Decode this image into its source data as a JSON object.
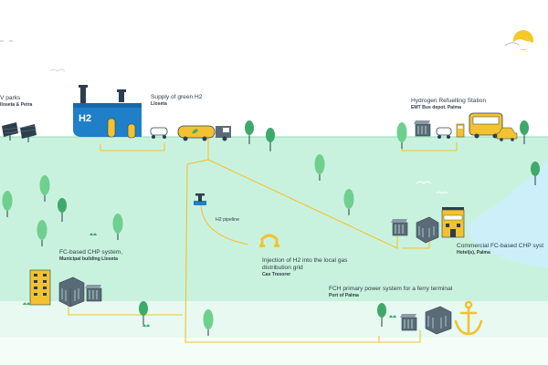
{
  "labels": {
    "pv_parks": {
      "title": "V parks",
      "sub": "lloseta & Petra"
    },
    "supply_h2": {
      "title": "Supply of green H2",
      "sub": "Lloseta"
    },
    "hrs": {
      "title": "Hydrogen Refuelling Station",
      "sub": "EMT Bus depot, Palma"
    },
    "chp_municipal": {
      "title": "FC-based CHP system,",
      "sub": "Municipal building Lloseta"
    },
    "h2_pipeline": {
      "title": "H2 pipeline"
    },
    "injection": {
      "title": "Injection of H2 into the local gas",
      "title2": "distribution grid",
      "sub": "Cas Tresorer"
    },
    "chp_commercial": {
      "title": "Commercial FC-based CHP syst",
      "sub": "Hotel(s), Palma"
    },
    "fch_ferry": {
      "title": "FCH primary power system for a ferry terminal",
      "sub": "Port of Palma"
    }
  },
  "plant_badge": "H2",
  "colors": {
    "ground": "#c9f2de",
    "ground_dark": "#aeead0",
    "sea": "#cdeff9",
    "pipe": "#f2c230",
    "plant": "#1f7fc8",
    "tree": "#6fcf8f",
    "tree_dark": "#3fa96b",
    "building": "#5a6b78",
    "sun": "#f6c82a"
  },
  "icons": [
    "sun-icon",
    "cloud-icon",
    "solar-panel-icon",
    "hydrogen-plant-icon",
    "truck-icon",
    "bus-icon",
    "car-icon",
    "fuel-pump-icon",
    "valve-icon",
    "tree-icon",
    "building-icon",
    "fuel-cell-icon",
    "anchor-icon",
    "bird-icon"
  ]
}
